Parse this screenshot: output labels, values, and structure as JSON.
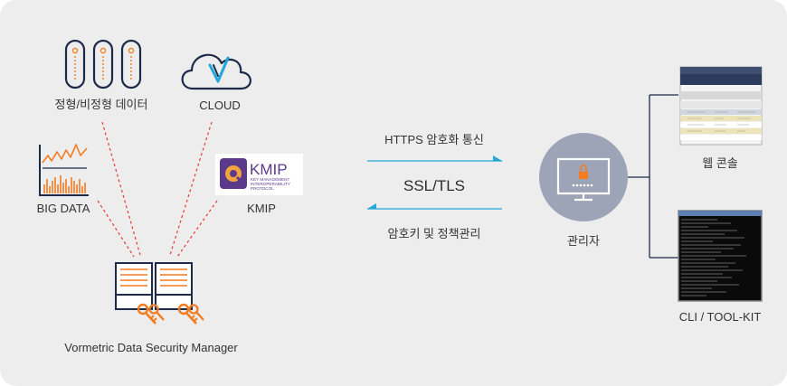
{
  "diagram": {
    "nodes": {
      "structured_data": "정형/비정형 데이터",
      "cloud": "CLOUD",
      "big_data": "BIG DATA",
      "kmip": "KMIP",
      "manager": "Vormetric Data Security Manager",
      "admin": "관리자",
      "web_console": "웹 콘솔",
      "cli_toolkit": "CLI / TOOL-KIT"
    },
    "kmip_logo": {
      "word": "KMIP",
      "line1": "KEY MANAGEMENT",
      "line2": "INTEROPERABILITY",
      "line3": "PROTOCOL"
    },
    "links": {
      "https_label": "HTTPS 암호화 통신",
      "ssl_label": "SSL/TLS",
      "key_policy_label": "암호키 및 정책관리"
    },
    "colors": {
      "accent_orange": "#f47c20",
      "dashed_red": "#e53935",
      "arrow_cyan": "#21a8d8",
      "navy": "#1e2a4a",
      "admin_circle": "#9ea4b8",
      "kmip_purple": "#5b3a8c"
    }
  }
}
